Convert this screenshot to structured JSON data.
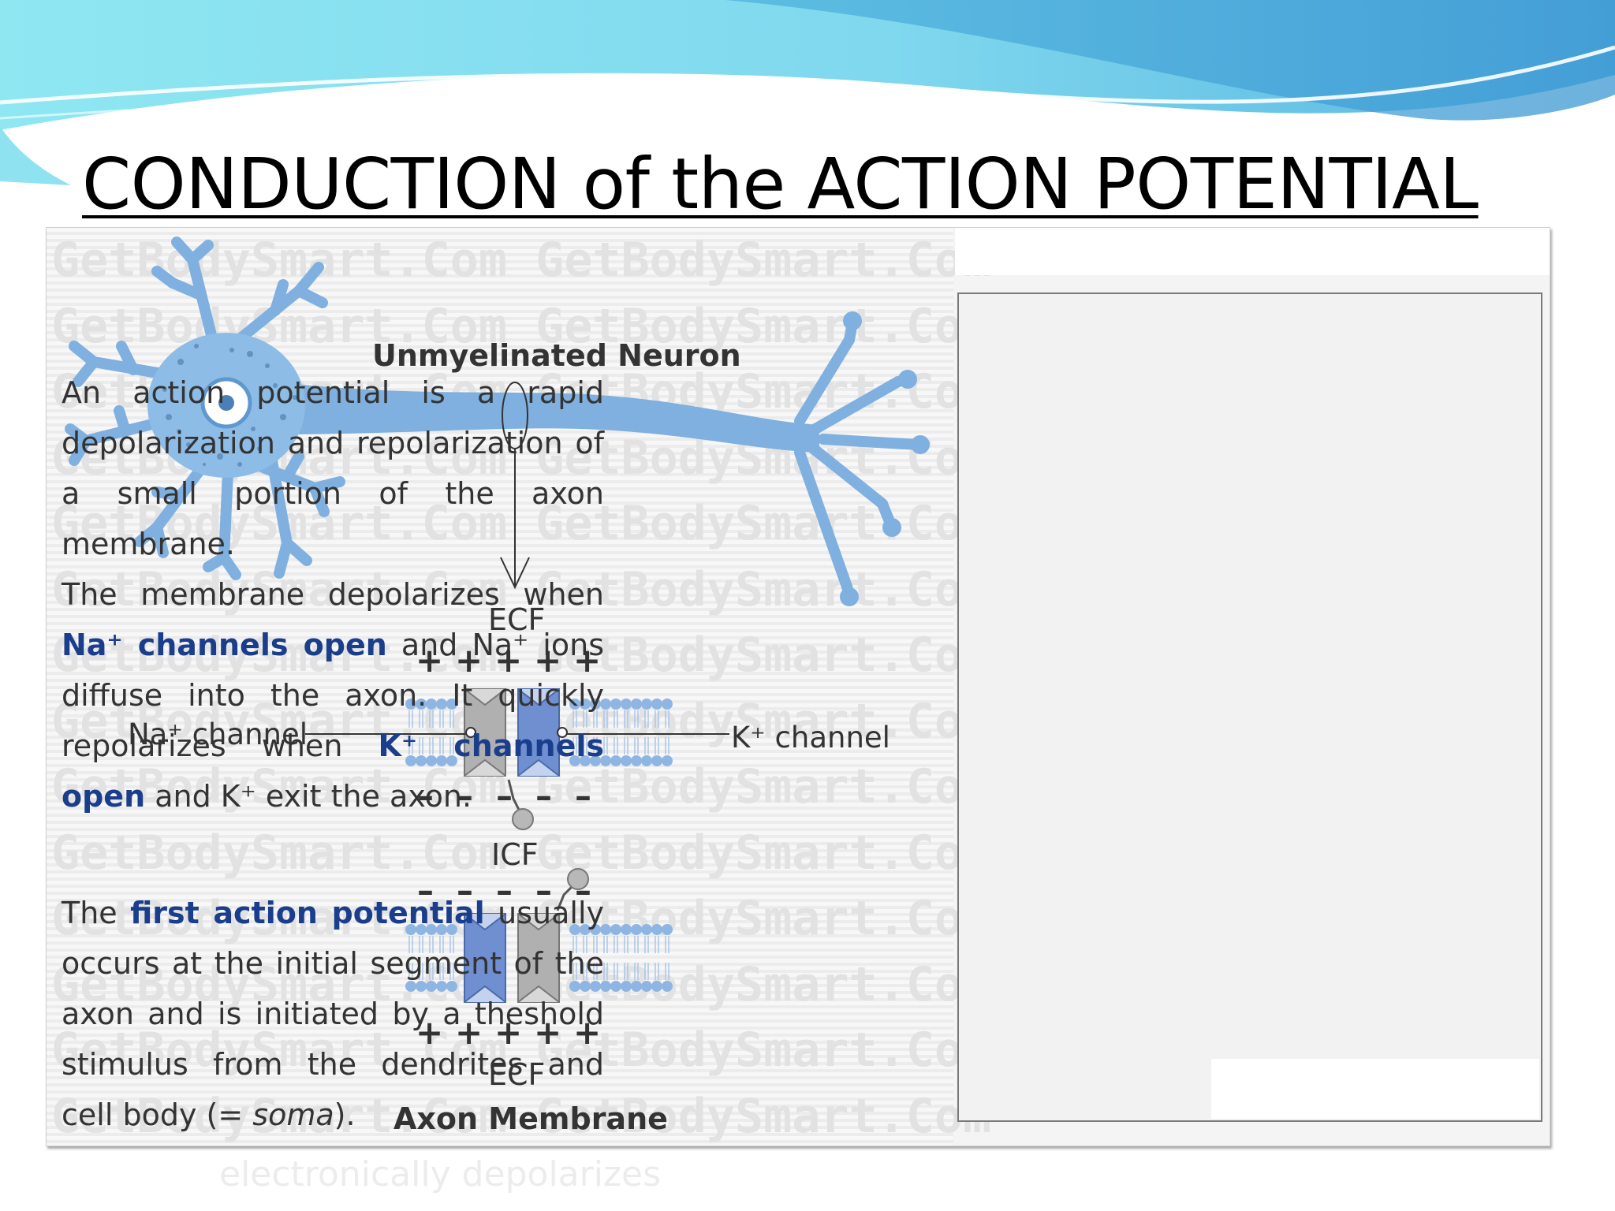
{
  "slide": {
    "title": "CONDUCTION of the ACTION POTENTIAL",
    "footer_ghost_text": "electronically depolarizes"
  },
  "figure": {
    "watermark_text": "GetBodySmart.Com GetBodySmart.Com",
    "neuron_label": "Unmyelinated Neuron",
    "ecf_top_label": "ECF",
    "icf_label": "ICF",
    "ecf_bottom_label": "ECF",
    "na_channel_label": "Na⁺ channel",
    "k_channel_label": "K⁺ channel",
    "axon_membrane_label": "Axon Membrane",
    "plus_sign": "+",
    "minus_sign": "–"
  },
  "text_box": {
    "p1": "An action potential is a rapid depolarization and repolarization of a small portion of the axon membrane.",
    "p2": {
      "s1": "The membrane depolarizes when",
      "h1": "Na⁺ channels open",
      "s2": "and Na⁺ ions diffuse into the axon. It quickly repolarizes when",
      "h2": "K⁺ channels open",
      "s3": "and K⁺ exit the axon."
    },
    "p3": {
      "s1": "The",
      "h1": "first action potential",
      "s2": "usually occurs at the initial segment of the axon and is initiated by a theshold stimulus from the dendrites and cell body (=",
      "em": "soma",
      "s3": ")."
    }
  },
  "colors": {
    "neuron_fill": "#7fb0df",
    "neuron_stroke": "#5f97cf",
    "highlight_text": "#1a3e8c",
    "header_cyan": "#7ee0ee",
    "header_blue": "#4fa6d8"
  }
}
